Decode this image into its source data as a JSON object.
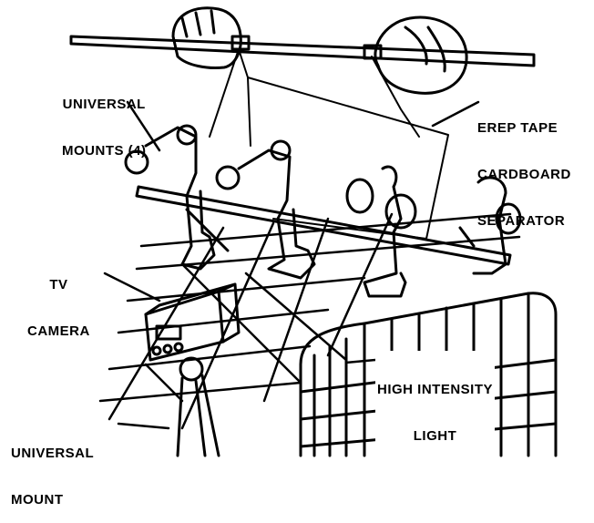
{
  "labels": {
    "universal_mounts": [
      "UNIVERSAL",
      "MOUNTS (4)"
    ],
    "erep_separator": [
      "EREP TAPE",
      "CARDBOARD",
      "SEPARATOR"
    ],
    "tv_camera": [
      "TV",
      "CAMERA"
    ],
    "high_intensity_light": [
      "HIGH INTENSITY",
      "LIGHT"
    ],
    "universal_mount": [
      "UNIVERSAL",
      "MOUNT"
    ]
  }
}
